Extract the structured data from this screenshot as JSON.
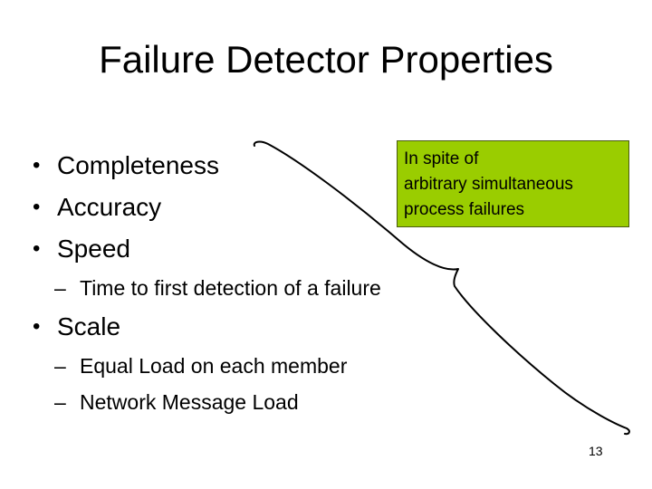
{
  "slide": {
    "title": "Failure Detector Properties",
    "page_number": "13",
    "background_color": "#ffffff",
    "text_color": "#000000"
  },
  "content": {
    "bullets": [
      {
        "level": 1,
        "marker": "•",
        "text": "Completeness"
      },
      {
        "level": 1,
        "marker": "•",
        "text": "Accuracy"
      },
      {
        "level": 1,
        "marker": "•",
        "text": "Speed"
      },
      {
        "level": 2,
        "marker": "–",
        "text": "Time to first detection of a failure"
      },
      {
        "level": 1,
        "marker": "•",
        "text": "Scale"
      },
      {
        "level": 2,
        "marker": "–",
        "text": "Equal Load on each member"
      },
      {
        "level": 2,
        "marker": "–",
        "text": "Network Message Load"
      }
    ]
  },
  "callout": {
    "fill_color": "#9ACD00",
    "border_color": "#4a5c10",
    "lines": [
      "In spite of",
      "arbitrary simultaneous",
      "process failures"
    ]
  },
  "annotation": {
    "name": "freeform-curve",
    "stroke_color": "#000000"
  }
}
